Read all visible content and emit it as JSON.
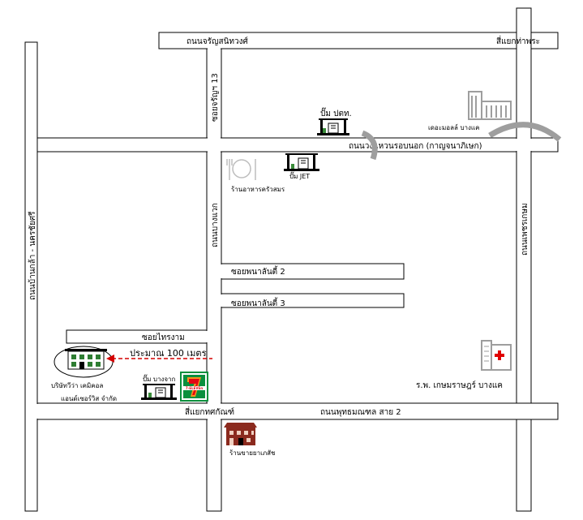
{
  "roads": {
    "top": "ถนนจรัญสนิทวงศ์",
    "top_right_junction": "สี่แยกท่าพระ",
    "soi13": "ซอยจรัญฯ 13",
    "ring": "ถนนวงแหวนรอบนอก (กาญจนาภิเษก)",
    "bang_khae_road": "ถนนบางแวก",
    "left_vertical": "ถนนบ้านกล้า - นครชัยศรี",
    "right_vertical": "ถนนเพชรเกษม",
    "soi_phanalan2": "ซอยพนาลันตี้ 2",
    "soi_phanalan3": "ซอยพนาลันตี้ 3",
    "soi_sai_ngam": "ซอยไทรงาม",
    "bottom": "ถนนพุทธมณฑล สาย 2",
    "bottom_junction": "สี่แยกทศกัณฑ์"
  },
  "places": {
    "ptt": "ปั๊ม ปตท.",
    "mall": "เดอะมอลล์ บางแค",
    "jet": "ปั๊ม JET",
    "restaurant": "ร้านอาหารครัวสมร",
    "hospital": "ร.พ. เกษมราษฎร์ บางแค",
    "bangchak": "ปั๊ม บางจาก",
    "seven_eleven": "7-ELEVEn",
    "pharmacy": "ร้านขายยาเภสัช",
    "company_line1": "บริษัทวีว่า เคมิคอล",
    "company_line2": "แอนด์เซอร์วิส จำกัด",
    "distance_note": "ประมาณ 100 เมตร"
  },
  "colors": {
    "road_fill": "#ffffff",
    "road_stroke": "#000000",
    "arrow": "#d40000",
    "building_green": "#2e7d32",
    "seven_red": "#e30613",
    "seven_green": "#0a8f3d",
    "seven_orange": "#f7941d",
    "pharmacy_brown": "#8b2a1e",
    "hospital_red": "#e00000",
    "gray_icon": "#9e9e9e"
  },
  "icons": [
    "gas-station-icon",
    "mall-icon",
    "restaurant-icon",
    "hospital-icon",
    "seven-eleven-icon",
    "pharmacy-icon",
    "company-building-icon",
    "arrow-icon"
  ]
}
